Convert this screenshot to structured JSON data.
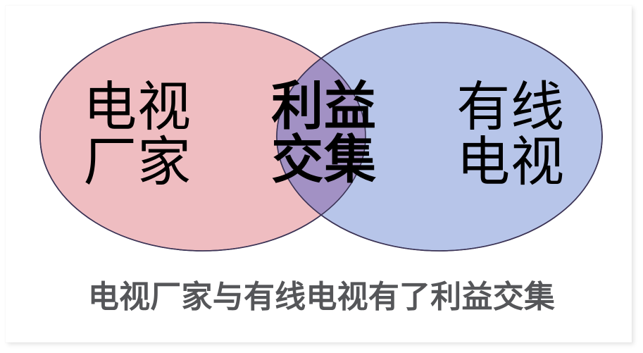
{
  "diagram": {
    "type": "venn",
    "title_caption": "电视厂家与有线电视有了利益交集",
    "sets": [
      {
        "id": "left",
        "label_lines": [
          "电视",
          "厂家"
        ],
        "fill": "#EFBDC1",
        "stroke": "#3B3355"
      },
      {
        "id": "right",
        "label_lines": [
          "有线",
          "电视"
        ],
        "fill": "#B7C5E9",
        "stroke": "#3B3355"
      }
    ],
    "intersection": {
      "id": "center",
      "label_lines": [
        "利益",
        "交集"
      ],
      "fill": "#A291C4",
      "stroke": "#3B3355"
    },
    "caption_color": "#555659",
    "background": "#FFFFFF"
  }
}
